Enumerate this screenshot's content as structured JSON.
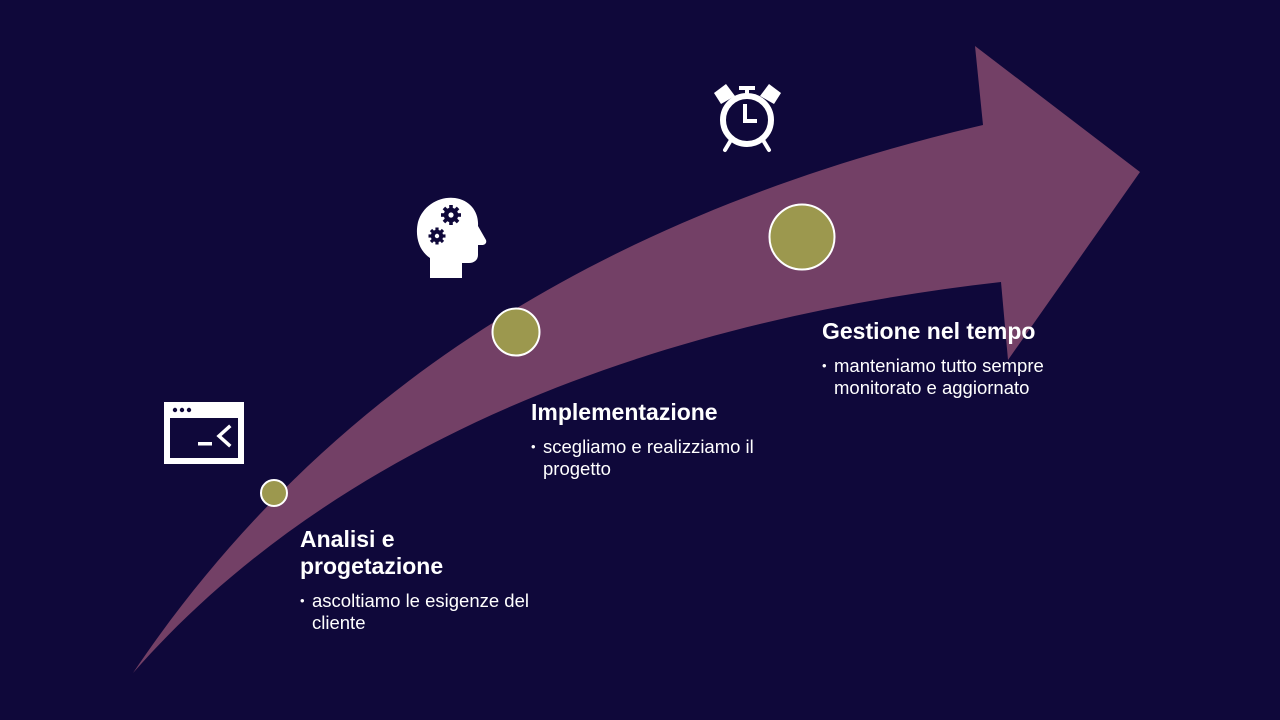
{
  "colors": {
    "background": "#0f083a",
    "arrow": "#734066",
    "marker": "#9c984e",
    "marker_border": "#ffffff",
    "icon": "#ffffff",
    "text": "#ffffff"
  },
  "steps": [
    {
      "title": "Analisi e progetazione",
      "bullet": "ascoltiamo le esigenze del cliente",
      "icon": "terminal-window-icon"
    },
    {
      "title": "Implementazione",
      "bullet": "scegliamo e realizziamo il progetto",
      "icon": "head-gears-icon"
    },
    {
      "title": "Gestione nel tempo",
      "bullet": "manteniamo tutto sempre monitorato e aggiornato",
      "icon": "alarm-clock-icon"
    }
  ]
}
